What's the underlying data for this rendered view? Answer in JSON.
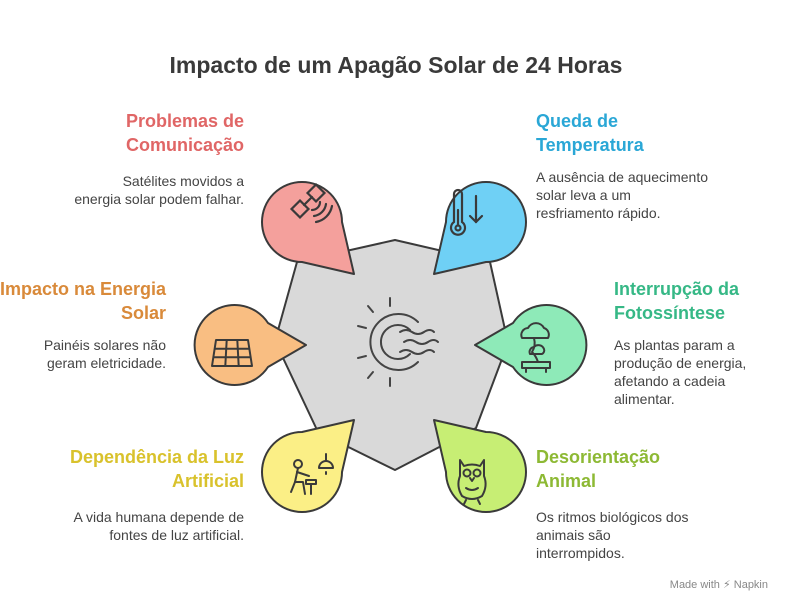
{
  "title": "Impacto de um Apagão Solar de 24 Horas",
  "center_icon": "sun-fog-icon",
  "items": [
    {
      "heading": "Problemas de Comunicação",
      "description": "Satélites movidos a energia solar podem falhar.",
      "color": "#E06666",
      "fill": "#F4A09C",
      "icon": "satellite-icon"
    },
    {
      "heading": "Queda de Temperatura",
      "description": "A ausência de aquecimento solar leva a um resfriamento rápido.",
      "color": "#2AA7D6",
      "fill": "#6FD0F5",
      "icon": "thermometer-down-icon"
    },
    {
      "heading": "Impacto na Energia Solar",
      "description": "Painéis solares não geram eletricidade.",
      "color": "#D98A3A",
      "fill": "#F9BE82",
      "icon": "solar-panel-icon"
    },
    {
      "heading": "Interrupção da Fotossíntese",
      "description": "As plantas param a produção de energia, afetando a cadeia alimentar.",
      "color": "#36B886",
      "fill": "#8EEAB8",
      "icon": "bonsai-tree-icon"
    },
    {
      "heading": "Dependência da Luz Artificial",
      "description": "A vida humana depende de fontes de luz artificial.",
      "color": "#D9C22C",
      "fill": "#FBEF86",
      "icon": "person-lamp-icon"
    },
    {
      "heading": "Desorientação Animal",
      "description": "Os ritmos biológicos dos animais são interrompidos.",
      "color": "#8DB934",
      "fill": "#C7EE74",
      "icon": "owl-icon"
    }
  ],
  "footer": "Made with ⚡ Napkin"
}
